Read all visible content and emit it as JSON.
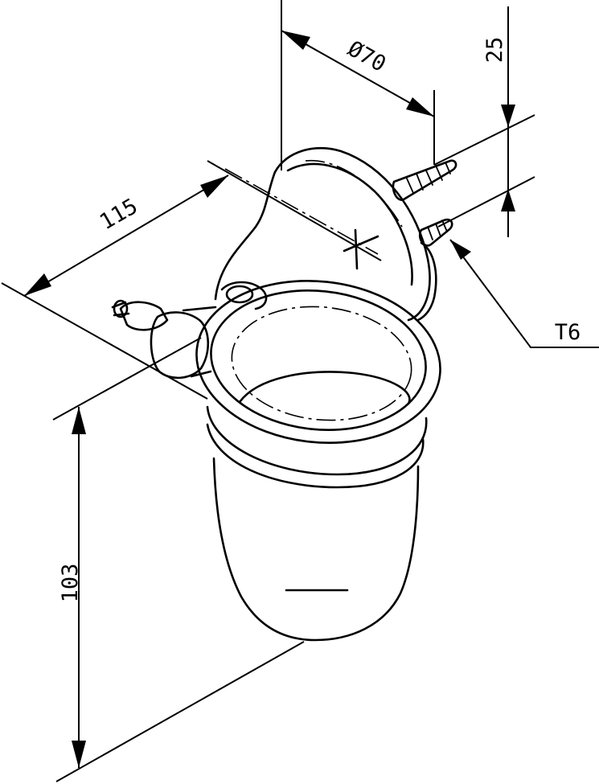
{
  "drawing": {
    "dimensions": {
      "diameter": "Ø70",
      "depth": "115",
      "height": "103",
      "screw_spacing": "25",
      "screw_type": "T6"
    }
  }
}
